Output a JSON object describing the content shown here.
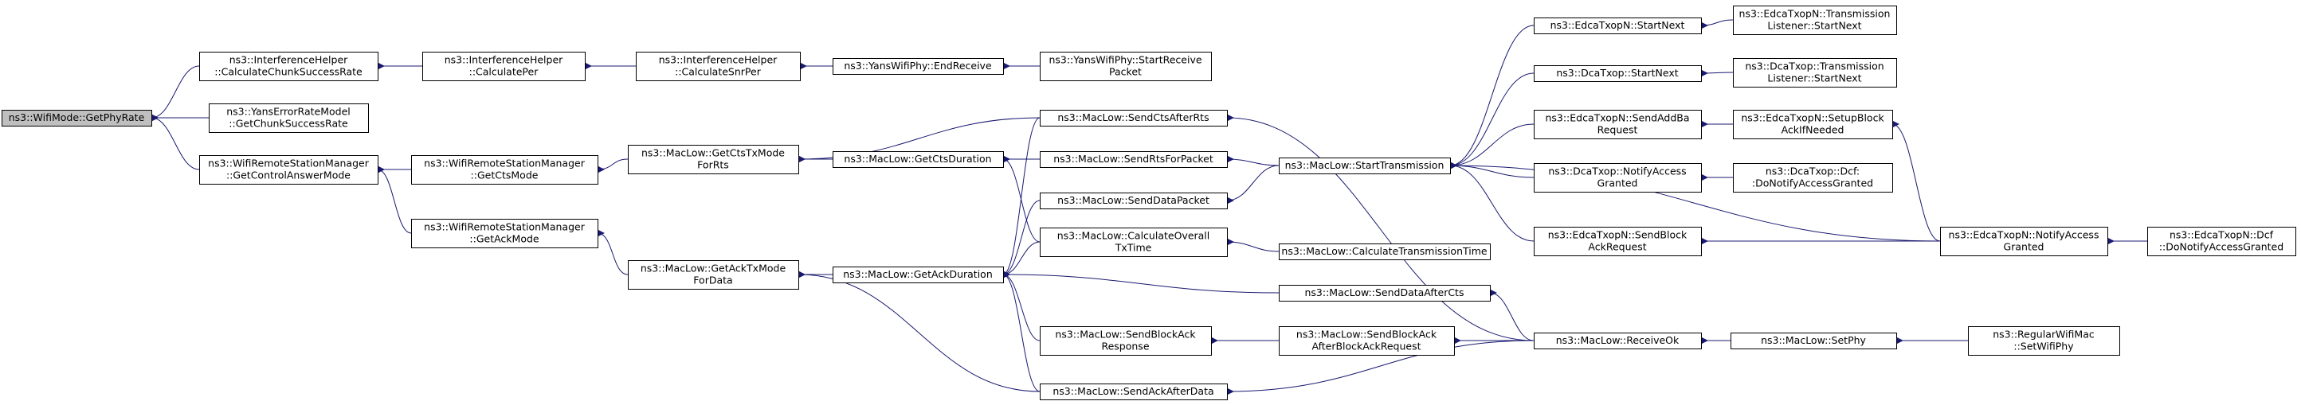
{
  "nodes": [
    {
      "id": "root",
      "lines": [
        "ns3::WifiMode::GetPhyRate"
      ],
      "root": true
    },
    {
      "id": "calcChunk",
      "lines": [
        "ns3::InterferenceHelper",
        "::CalculateChunkSuccessRate"
      ]
    },
    {
      "id": "calcPer",
      "lines": [
        "ns3::InterferenceHelper",
        "::CalculatePer"
      ]
    },
    {
      "id": "calcSnrPer",
      "lines": [
        "ns3::InterferenceHelper",
        "::CalculateSnrPer"
      ]
    },
    {
      "id": "endReceive",
      "lines": [
        "ns3::YansWifiPhy::EndReceive"
      ]
    },
    {
      "id": "startReceive",
      "lines": [
        "ns3::YansWifiPhy::StartReceive",
        "Packet"
      ]
    },
    {
      "id": "yansErr",
      "lines": [
        "ns3::YansErrorRateModel",
        "::GetChunkSuccessRate"
      ]
    },
    {
      "id": "ctrlAnswer",
      "lines": [
        "ns3::WifiRemoteStationManager",
        "::GetControlAnswerMode"
      ]
    },
    {
      "id": "ctsMode",
      "lines": [
        "ns3::WifiRemoteStationManager",
        "::GetCtsMode"
      ]
    },
    {
      "id": "ackMode",
      "lines": [
        "ns3::WifiRemoteStationManager",
        "::GetAckMode"
      ]
    },
    {
      "id": "ctsTx",
      "lines": [
        "ns3::MacLow::GetCtsTxMode",
        "ForRts"
      ]
    },
    {
      "id": "ackTx",
      "lines": [
        "ns3::MacLow::GetAckTxMode",
        "ForData"
      ]
    },
    {
      "id": "ctsDur",
      "lines": [
        "ns3::MacLow::GetCtsDuration"
      ]
    },
    {
      "id": "ackDur",
      "lines": [
        "ns3::MacLow::GetAckDuration"
      ]
    },
    {
      "id": "sendCtsAfterRts",
      "lines": [
        "ns3::MacLow::SendCtsAfterRts"
      ]
    },
    {
      "id": "sendRts",
      "lines": [
        "ns3::MacLow::SendRtsForPacket"
      ]
    },
    {
      "id": "sendData",
      "lines": [
        "ns3::MacLow::SendDataPacket"
      ]
    },
    {
      "id": "calcOverall",
      "lines": [
        "ns3::MacLow::CalculateOverall",
        "TxTime"
      ]
    },
    {
      "id": "sendBaResp",
      "lines": [
        "ns3::MacLow::SendBlockAck",
        "Response"
      ]
    },
    {
      "id": "sendAckAfterData",
      "lines": [
        "ns3::MacLow::SendAckAfterData"
      ]
    },
    {
      "id": "startTx",
      "lines": [
        "ns3::MacLow::StartTransmission"
      ]
    },
    {
      "id": "calcTxTime",
      "lines": [
        "ns3::MacLow::CalculateTransmissionTime"
      ]
    },
    {
      "id": "sendDataAfterCts",
      "lines": [
        "ns3::MacLow::SendDataAfterCts"
      ]
    },
    {
      "id": "sendBaAfterBar",
      "lines": [
        "ns3::MacLow::SendBlockAck",
        "AfterBlockAckRequest"
      ]
    },
    {
      "id": "receiveOk",
      "lines": [
        "ns3::MacLow::ReceiveOk"
      ]
    },
    {
      "id": "edcaStartNext",
      "lines": [
        "ns3::EdcaTxopN::StartNext"
      ]
    },
    {
      "id": "dcaStartNext",
      "lines": [
        "ns3::DcaTxop::StartNext"
      ]
    },
    {
      "id": "edcaSendAddBa",
      "lines": [
        "ns3::EdcaTxopN::SendAddBa",
        "Request"
      ]
    },
    {
      "id": "dcaNotify",
      "lines": [
        "ns3::DcaTxop::NotifyAccess",
        "Granted"
      ]
    },
    {
      "id": "edcaSendBar",
      "lines": [
        "ns3::EdcaTxopN::SendBlock",
        "AckRequest"
      ]
    },
    {
      "id": "setPhy",
      "lines": [
        "ns3::MacLow::SetPhy"
      ]
    },
    {
      "id": "edcaTlStartNext",
      "lines": [
        "ns3::EdcaTxopN::Transmission",
        "Listener::StartNext"
      ]
    },
    {
      "id": "dcaTlStartNext",
      "lines": [
        "ns3::DcaTxop::Transmission",
        "Listener::StartNext"
      ]
    },
    {
      "id": "edcaSetupBa",
      "lines": [
        "ns3::EdcaTxopN::SetupBlock",
        "AckIfNeeded"
      ]
    },
    {
      "id": "dcfDoNotify",
      "lines": [
        "ns3::DcaTxop::Dcf:",
        ":DoNotifyAccessGranted"
      ]
    },
    {
      "id": "edcaNotify",
      "lines": [
        "ns3::EdcaTxopN::NotifyAccess",
        "Granted"
      ]
    },
    {
      "id": "regularSetPhy",
      "lines": [
        "ns3::RegularWifiMac",
        "::SetWifiPhy"
      ]
    },
    {
      "id": "edcaDcfDoNotify",
      "lines": [
        "ns3::EdcaTxopN::Dcf",
        "::DoNotifyAccessGranted"
      ]
    }
  ],
  "edges": [
    [
      "calcChunk",
      "root"
    ],
    [
      "yansErr",
      "root"
    ],
    [
      "ctrlAnswer",
      "root"
    ],
    [
      "calcPer",
      "calcChunk"
    ],
    [
      "calcSnrPer",
      "calcPer"
    ],
    [
      "endReceive",
      "calcSnrPer"
    ],
    [
      "startReceive",
      "endReceive"
    ],
    [
      "ctsMode",
      "ctrlAnswer"
    ],
    [
      "ackMode",
      "ctrlAnswer"
    ],
    [
      "ctsTx",
      "ctsMode"
    ],
    [
      "ackTx",
      "ackMode"
    ],
    [
      "sendCtsAfterRts",
      "ctsTx"
    ],
    [
      "ctsDur",
      "ctsTx"
    ],
    [
      "sendRts",
      "ctsDur"
    ],
    [
      "calcOverall",
      "ctsDur"
    ],
    [
      "ackDur",
      "ackTx"
    ],
    [
      "sendAckAfterData",
      "ackTx"
    ],
    [
      "sendData",
      "ackDur"
    ],
    [
      "calcOverall",
      "ackDur"
    ],
    [
      "sendDataAfterCts",
      "ackDur"
    ],
    [
      "sendBaResp",
      "ackDur"
    ],
    [
      "sendAckAfterData",
      "ackDur"
    ],
    [
      "sendCtsAfterRts",
      "ackDur"
    ],
    [
      "startTx",
      "sendRts"
    ],
    [
      "startTx",
      "sendData"
    ],
    [
      "calcTxTime",
      "calcOverall"
    ],
    [
      "sendBaAfterBar",
      "sendBaResp"
    ],
    [
      "receiveOk",
      "sendCtsAfterRts"
    ],
    [
      "receiveOk",
      "sendDataAfterCts"
    ],
    [
      "receiveOk",
      "sendBaAfterBar"
    ],
    [
      "receiveOk",
      "sendAckAfterData"
    ],
    [
      "edcaStartNext",
      "startTx"
    ],
    [
      "dcaStartNext",
      "startTx"
    ],
    [
      "edcaSendAddBa",
      "startTx"
    ],
    [
      "dcaNotify",
      "startTx"
    ],
    [
      "edcaSendBar",
      "startTx"
    ],
    [
      "edcaNotify",
      "startTx"
    ],
    [
      "setPhy",
      "receiveOk"
    ],
    [
      "edcaTlStartNext",
      "edcaStartNext"
    ],
    [
      "dcaTlStartNext",
      "dcaStartNext"
    ],
    [
      "edcaSetupBa",
      "edcaSendAddBa"
    ],
    [
      "dcfDoNotify",
      "dcaNotify"
    ],
    [
      "edcaNotify",
      "edcaSendBar"
    ],
    [
      "edcaNotify",
      "edcaSetupBa"
    ],
    [
      "regularSetPhy",
      "setPhy"
    ],
    [
      "edcaDcfDoNotify",
      "edcaNotify"
    ]
  ],
  "colors": {
    "edge": "#191970",
    "node_border": "#000000",
    "root_fill": "#bfbfbf",
    "node_fill": "#ffffff"
  }
}
